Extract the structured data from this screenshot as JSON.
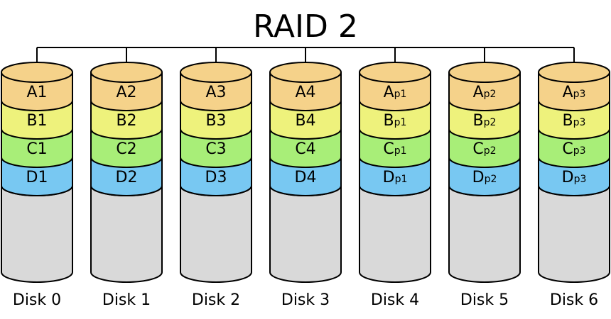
{
  "title": "RAID 2",
  "colors": {
    "A": "#f5d28a",
    "B": "#eef27c",
    "C": "#a8ee78",
    "D": "#78c8f2",
    "empty": "#d9d9d9",
    "line": "#000000"
  },
  "disks": [
    {
      "label": "Disk 0",
      "blocks": [
        {
          "main": "A1",
          "sub": ""
        },
        {
          "main": "B1",
          "sub": ""
        },
        {
          "main": "C1",
          "sub": ""
        },
        {
          "main": "D1",
          "sub": ""
        }
      ]
    },
    {
      "label": "Disk 1",
      "blocks": [
        {
          "main": "A2",
          "sub": ""
        },
        {
          "main": "B2",
          "sub": ""
        },
        {
          "main": "C2",
          "sub": ""
        },
        {
          "main": "D2",
          "sub": ""
        }
      ]
    },
    {
      "label": "Disk 2",
      "blocks": [
        {
          "main": "A3",
          "sub": ""
        },
        {
          "main": "B3",
          "sub": ""
        },
        {
          "main": "C3",
          "sub": ""
        },
        {
          "main": "D3",
          "sub": ""
        }
      ]
    },
    {
      "label": "Disk 3",
      "blocks": [
        {
          "main": "A4",
          "sub": ""
        },
        {
          "main": "B4",
          "sub": ""
        },
        {
          "main": "C4",
          "sub": ""
        },
        {
          "main": "D4",
          "sub": ""
        }
      ]
    },
    {
      "label": "Disk 4",
      "blocks": [
        {
          "main": "A",
          "sub": "p1"
        },
        {
          "main": "B",
          "sub": "p1"
        },
        {
          "main": "C",
          "sub": "p1"
        },
        {
          "main": "D",
          "sub": "p1"
        }
      ]
    },
    {
      "label": "Disk 5",
      "blocks": [
        {
          "main": "A",
          "sub": "p2"
        },
        {
          "main": "B",
          "sub": "p2"
        },
        {
          "main": "C",
          "sub": "p2"
        },
        {
          "main": "D",
          "sub": "p2"
        }
      ]
    },
    {
      "label": "Disk 6",
      "blocks": [
        {
          "main": "A",
          "sub": "p3"
        },
        {
          "main": "B",
          "sub": "p3"
        },
        {
          "main": "C",
          "sub": "p3"
        },
        {
          "main": "D",
          "sub": "p3"
        }
      ]
    }
  ]
}
